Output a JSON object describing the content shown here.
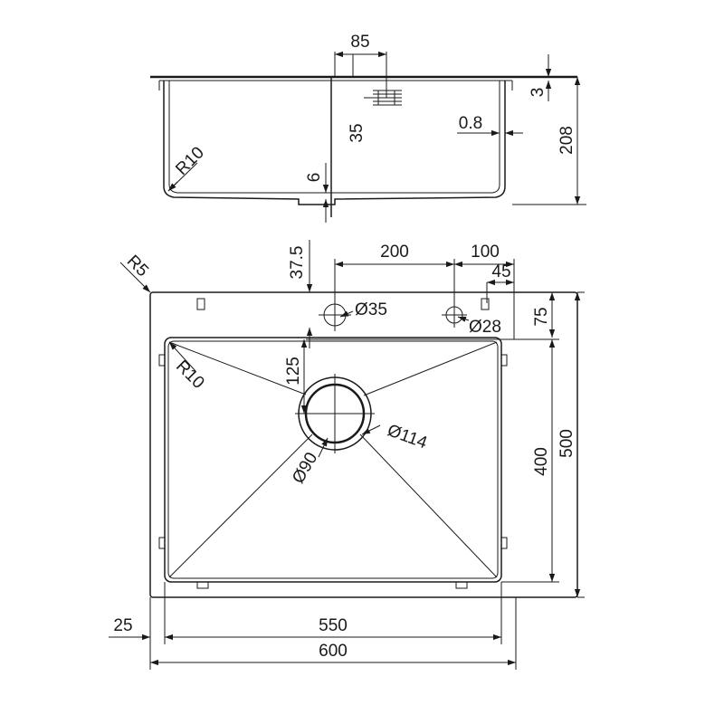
{
  "top_view_labels": {
    "d85": "85",
    "d3": "3",
    "d35": "35",
    "d0_8": "0.8",
    "d208": "208",
    "r10": "R10",
    "d6": "6"
  },
  "plan_view_labels": {
    "r5": "R5",
    "d37_5": "37.5",
    "d200": "200",
    "d100": "100",
    "d45": "45",
    "d75": "75",
    "dia35": "Ø35",
    "dia28": "Ø28",
    "d125": "125",
    "r10": "R10",
    "dia114": "Ø114",
    "dia90": "Ø90",
    "d400": "400",
    "d500": "500",
    "d25": "25",
    "d550": "550",
    "d600": "600"
  }
}
